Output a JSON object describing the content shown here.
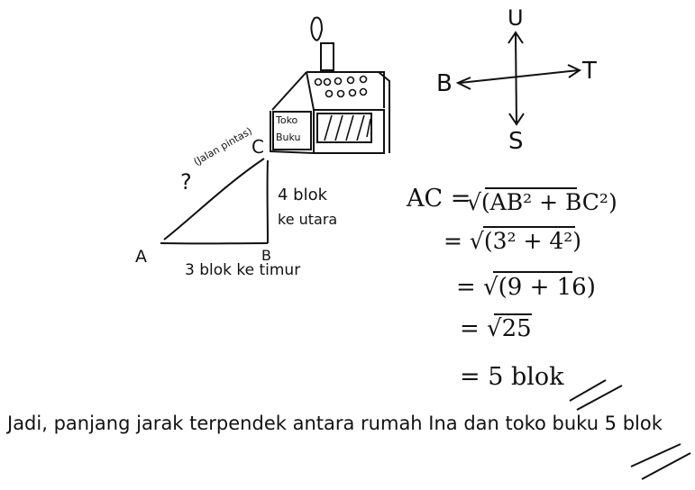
{
  "diagram": {
    "points": {
      "a": "A",
      "b": "B",
      "c": "C"
    },
    "hypotenuse": {
      "mark": "?",
      "note": "(Jalan pintas)"
    },
    "shop_sign": {
      "line1": "Toko",
      "line2": "Buku"
    },
    "side_ab": "3 blok ke timur",
    "side_bc": {
      "line1": "4 blok",
      "line2": "ke utara"
    }
  },
  "compass": {
    "north": "U",
    "south": "S",
    "west": "B",
    "east": "T"
  },
  "solution": {
    "lhs": "AC =",
    "steps": [
      "√(AB² + BC²)",
      "= √(3² + 4²)",
      "= √(9 + 16)",
      "= √25",
      "= 5 blok"
    ]
  },
  "conclusion": "Jadi, panjang jarak terpendek antara rumah Ina dan toko buku 5 blok"
}
